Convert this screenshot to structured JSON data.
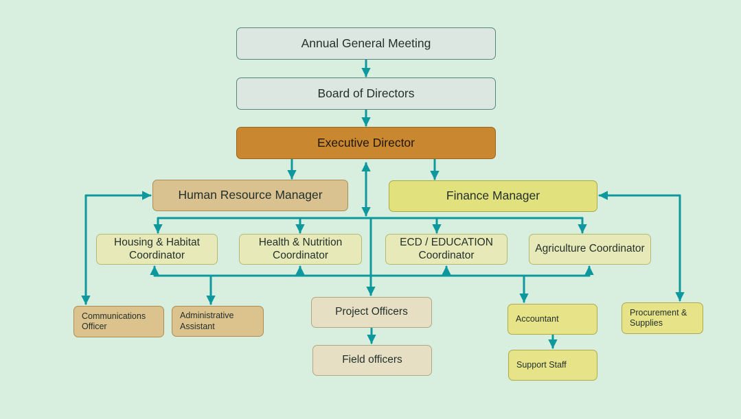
{
  "diagram": {
    "type": "organization-chart",
    "background_color": "#d8efe0",
    "connector_color": "#0d989e",
    "nodes": {
      "agm": {
        "label": "Annual General Meeting",
        "fill": "#dce7e1"
      },
      "board": {
        "label": "Board of Directors",
        "fill": "#dce7e1"
      },
      "exec": {
        "label": "Executive Director",
        "fill": "#c9872f"
      },
      "hr": {
        "label": "Human Resource Manager",
        "fill": "#d9c290"
      },
      "finance": {
        "label": "Finance Manager",
        "fill": "#e1e17e"
      },
      "housing": {
        "label": "Housing & Habitat Coordinator",
        "fill": "#e7eab8"
      },
      "health": {
        "label": "Health & Nutrition Coordinator",
        "fill": "#e7eab8"
      },
      "ecd": {
        "label": "ECD / EDUCATION Coordinator",
        "fill": "#e7eab8"
      },
      "agriculture": {
        "label": "Agriculture Coordinator",
        "fill": "#e7eab8"
      },
      "communications": {
        "label": "Communications Officer",
        "fill": "#dcc28d"
      },
      "admin": {
        "label": "Administrative Assistant",
        "fill": "#dcc28d"
      },
      "project": {
        "label": "Project Officers",
        "fill": "#e6dfc3"
      },
      "field": {
        "label": "Field officers",
        "fill": "#e6dfc3"
      },
      "accountant": {
        "label": "Accountant",
        "fill": "#e6e388"
      },
      "procurement": {
        "label": "Procurement & Supplies",
        "fill": "#e6e388"
      },
      "support": {
        "label": "Support Staff",
        "fill": "#e6e388"
      }
    },
    "edges": [
      {
        "from": "agm",
        "to": "board"
      },
      {
        "from": "board",
        "to": "exec"
      },
      {
        "from": "exec",
        "to": "hr"
      },
      {
        "from": "exec",
        "to": "finance"
      },
      {
        "from": "exec",
        "to": "housing",
        "bidirectional": true
      },
      {
        "from": "exec",
        "to": "health",
        "bidirectional": true
      },
      {
        "from": "exec",
        "to": "ecd",
        "bidirectional": true
      },
      {
        "from": "exec",
        "to": "agriculture",
        "bidirectional": true
      },
      {
        "from": "hr",
        "to": "communications"
      },
      {
        "from": "hr",
        "to": "admin"
      },
      {
        "from": "exec",
        "to": "project"
      },
      {
        "from": "project",
        "to": "field"
      },
      {
        "from": "finance",
        "to": "accountant"
      },
      {
        "from": "finance",
        "to": "procurement"
      },
      {
        "from": "accountant",
        "to": "support"
      }
    ]
  }
}
